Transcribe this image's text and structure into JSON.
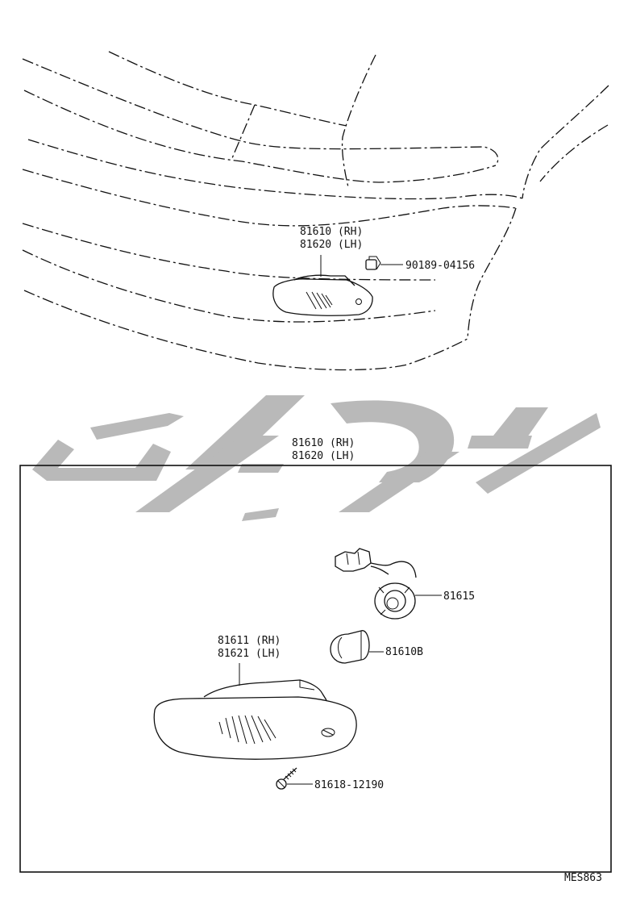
{
  "diagram": {
    "top_callouts": {
      "lamp_assy_rh": "81610 (RH)",
      "lamp_assy_lh": "81620 (LH)",
      "clip_part": "90189-04156"
    },
    "detail_box": {
      "header_rh": "81610 (RH)",
      "header_lh": "81620 (LH)",
      "socket_part": "81615",
      "bulb_part": "81610B",
      "lens_rh": "81611 (RH)",
      "lens_lh": "81621 (LH)",
      "screw_part": "81618-12190"
    },
    "figure_code": "MES863"
  },
  "colors": {
    "line": "#111111",
    "watermark": "#b9b9b9",
    "background": "#ffffff"
  }
}
